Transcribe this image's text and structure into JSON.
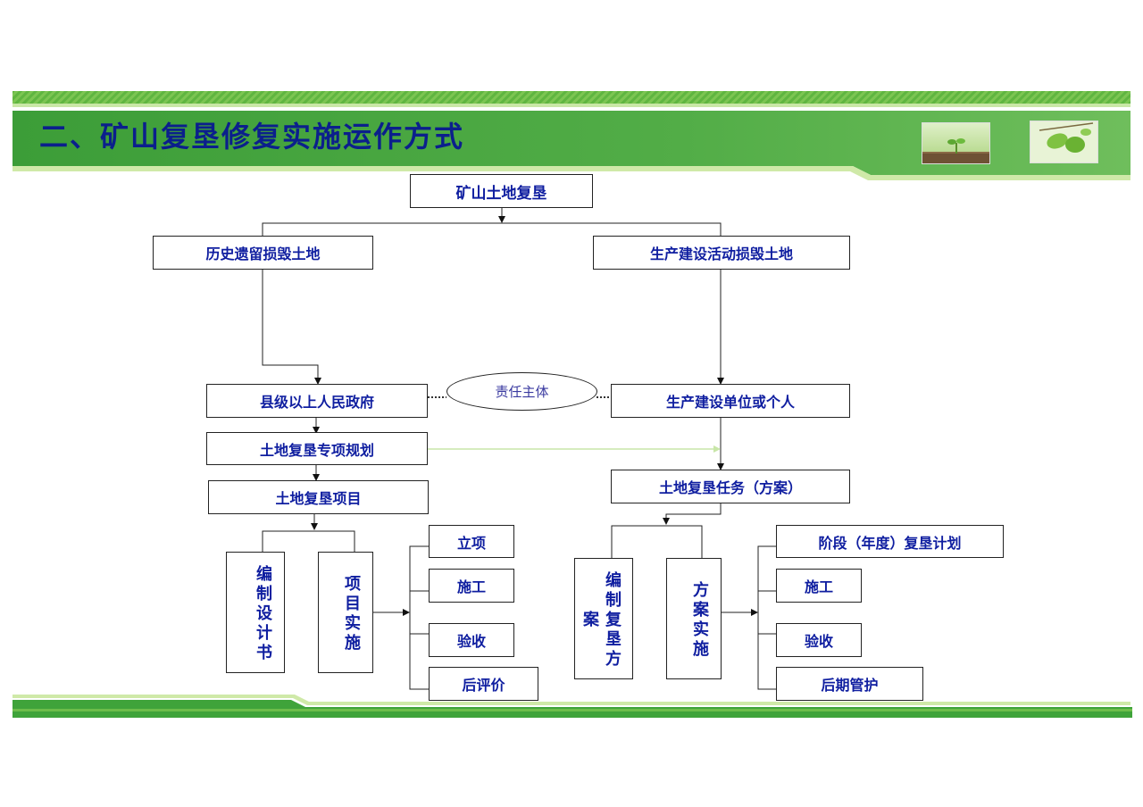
{
  "title": "二、矿山复垦修复实施运作方式",
  "nodes": {
    "root": "矿山土地复垦",
    "left_branch": "历史遗留损毁土地",
    "right_branch": "生产建设活动损毁土地",
    "county_gov": "县级以上人民政府",
    "responsible": "责任主体",
    "producer": "生产建设单位或个人",
    "special_plan": "土地复垦专项规划",
    "project": "土地复垦项目",
    "task": "土地复垦任务（方案）",
    "design_doc": "编制设计书",
    "project_impl": "项目实施",
    "compile_plan_a": "编制复垦方",
    "compile_plan_b": "案",
    "plan_impl": "方案实施",
    "establish": "立项",
    "construct_left": "施工",
    "accept_left": "验收",
    "post_eval": "后评价",
    "stage_plan": "阶段（年度）复垦计划",
    "construct_right": "施工",
    "accept_right": "验收",
    "maintenance": "后期管护"
  },
  "colors": {
    "banner_green": "#3fa33a",
    "light_green": "#9fd36a",
    "title_blue": "#0b1f8c",
    "node_text": "#0f1ea0"
  }
}
